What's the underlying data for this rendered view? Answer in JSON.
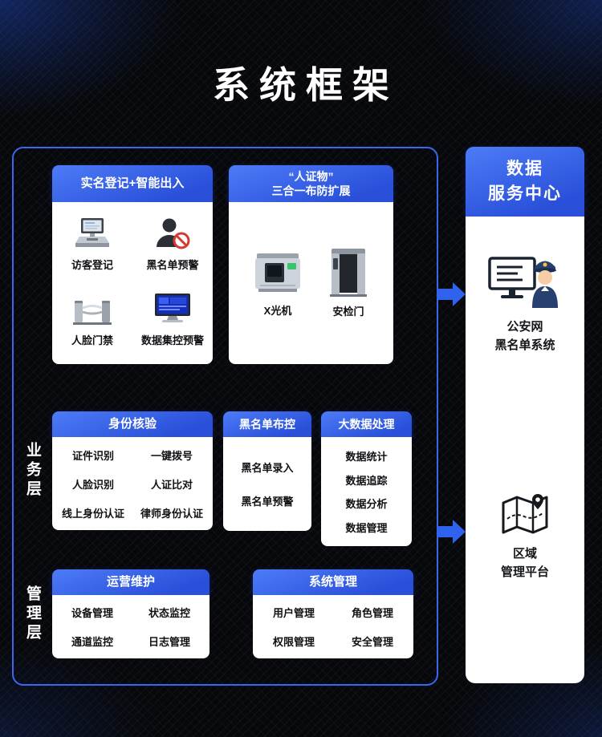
{
  "page": {
    "title": "系统框架"
  },
  "layers": {
    "business": "业务层",
    "management": "管理层"
  },
  "registration_box": {
    "header": "实名登记+智能出入",
    "items": [
      {
        "label": "访客登记",
        "icon": "visitor-terminal-icon"
      },
      {
        "label": "黑名单预警",
        "icon": "blacklist-person-icon"
      },
      {
        "label": "人脸门禁",
        "icon": "face-gate-icon"
      },
      {
        "label": "数据集控预警",
        "icon": "data-monitor-icon"
      }
    ]
  },
  "expansion_box": {
    "header_line1": "“人证物”",
    "header_line2": "三合一布防扩展",
    "items": [
      {
        "label": "X光机",
        "icon": "xray-machine-icon"
      },
      {
        "label": "安检门",
        "icon": "security-gate-icon"
      }
    ]
  },
  "identity_box": {
    "header": "身份核验",
    "items": [
      "证件识别",
      "一键拨号",
      "人脸识别",
      "人证比对",
      "线上身份认证",
      "律师身份认证"
    ]
  },
  "blacklist_box": {
    "header": "黑名单布控",
    "items": [
      "黑名单录入",
      "黑名单预警"
    ]
  },
  "bigdata_box": {
    "header": "大数据处理",
    "items": [
      "数据统计",
      "数据追踪",
      "数据分析",
      "数据管理"
    ]
  },
  "operation_box": {
    "header": "运营维护",
    "items": [
      "设备管理",
      "状态监控",
      "通道监控",
      "日志管理"
    ]
  },
  "system_box": {
    "header": "系统管理",
    "items": [
      "用户管理",
      "角色管理",
      "权限管理",
      "安全管理"
    ]
  },
  "service_center": {
    "header_line1": "数据",
    "header_line2": "服务中心",
    "items": [
      {
        "label_line1": "公安网",
        "label_line2": "黑名单系统",
        "icon": "police-monitor-icon"
      },
      {
        "label_line1": "区域",
        "label_line2": "管理平台",
        "icon": "map-pin-icon"
      }
    ]
  },
  "colors": {
    "accent_blue": "#2f63ee",
    "header_gradient_top": "#4d7cf7",
    "header_gradient_bottom": "#2a50da",
    "frame_border": "#3a67ef",
    "alert_red": "#d43a2f",
    "background": "#07080b"
  }
}
